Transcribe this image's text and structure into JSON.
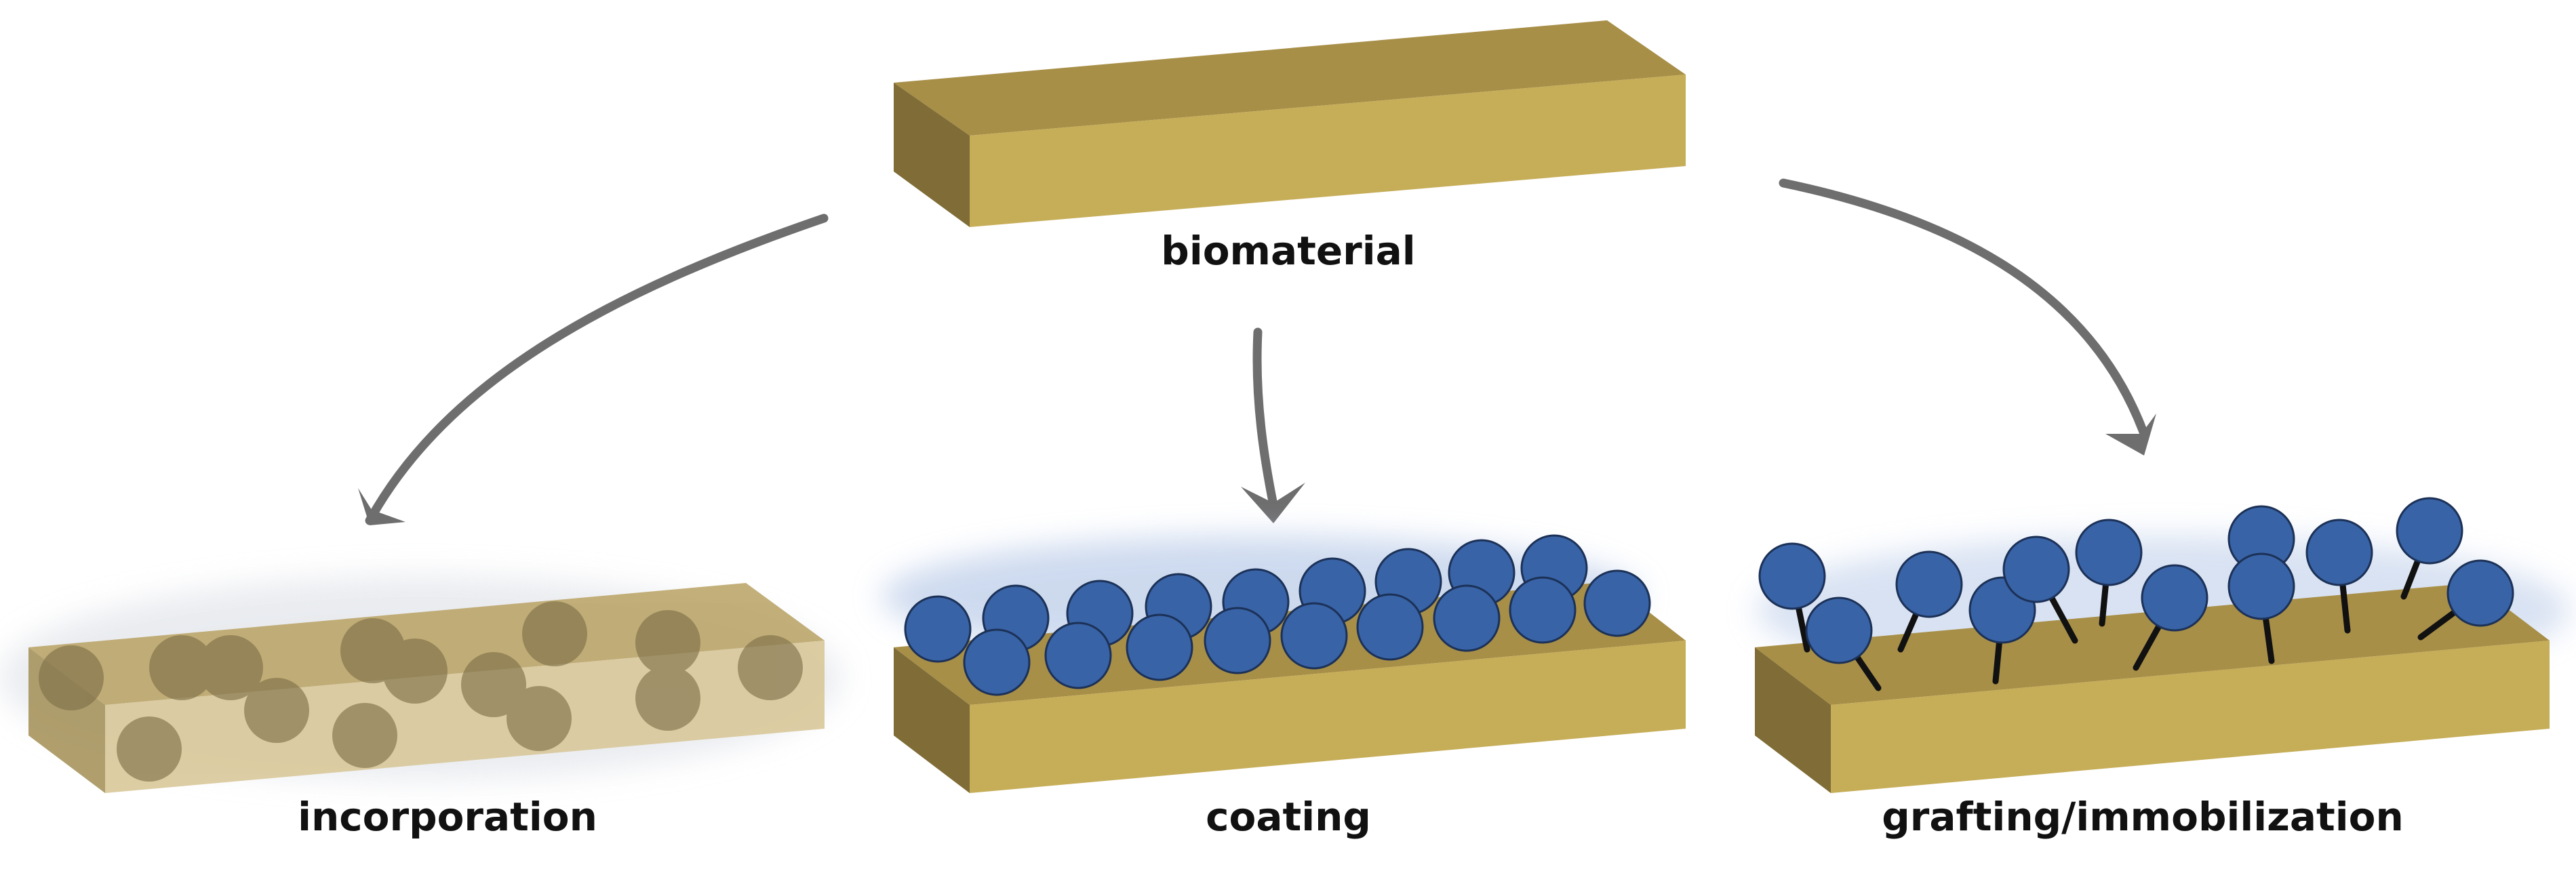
{
  "labels": {
    "biomaterial": "biomaterial",
    "incorporation": "incorporation",
    "coating": "coating",
    "grafting": "grafting/immobilization"
  },
  "colors": {
    "slab_top": "#a88f48",
    "slab_front": "#c6ad58",
    "slab_side": "#7f6c36",
    "ghost_top": "#bca66a",
    "ghost_front": "#d9c89a",
    "ghost_side": "#a8955e",
    "embedded_particle": "#8a7a4e",
    "sphere": "#3863a6",
    "sphere_outline": "#1c3157",
    "tether": "#111111",
    "arrow": "#6e6e6e",
    "glow": "#b9cbe8"
  },
  "icons": [
    "curved-arrow-icon",
    "sphere-icon",
    "tether-icon"
  ]
}
